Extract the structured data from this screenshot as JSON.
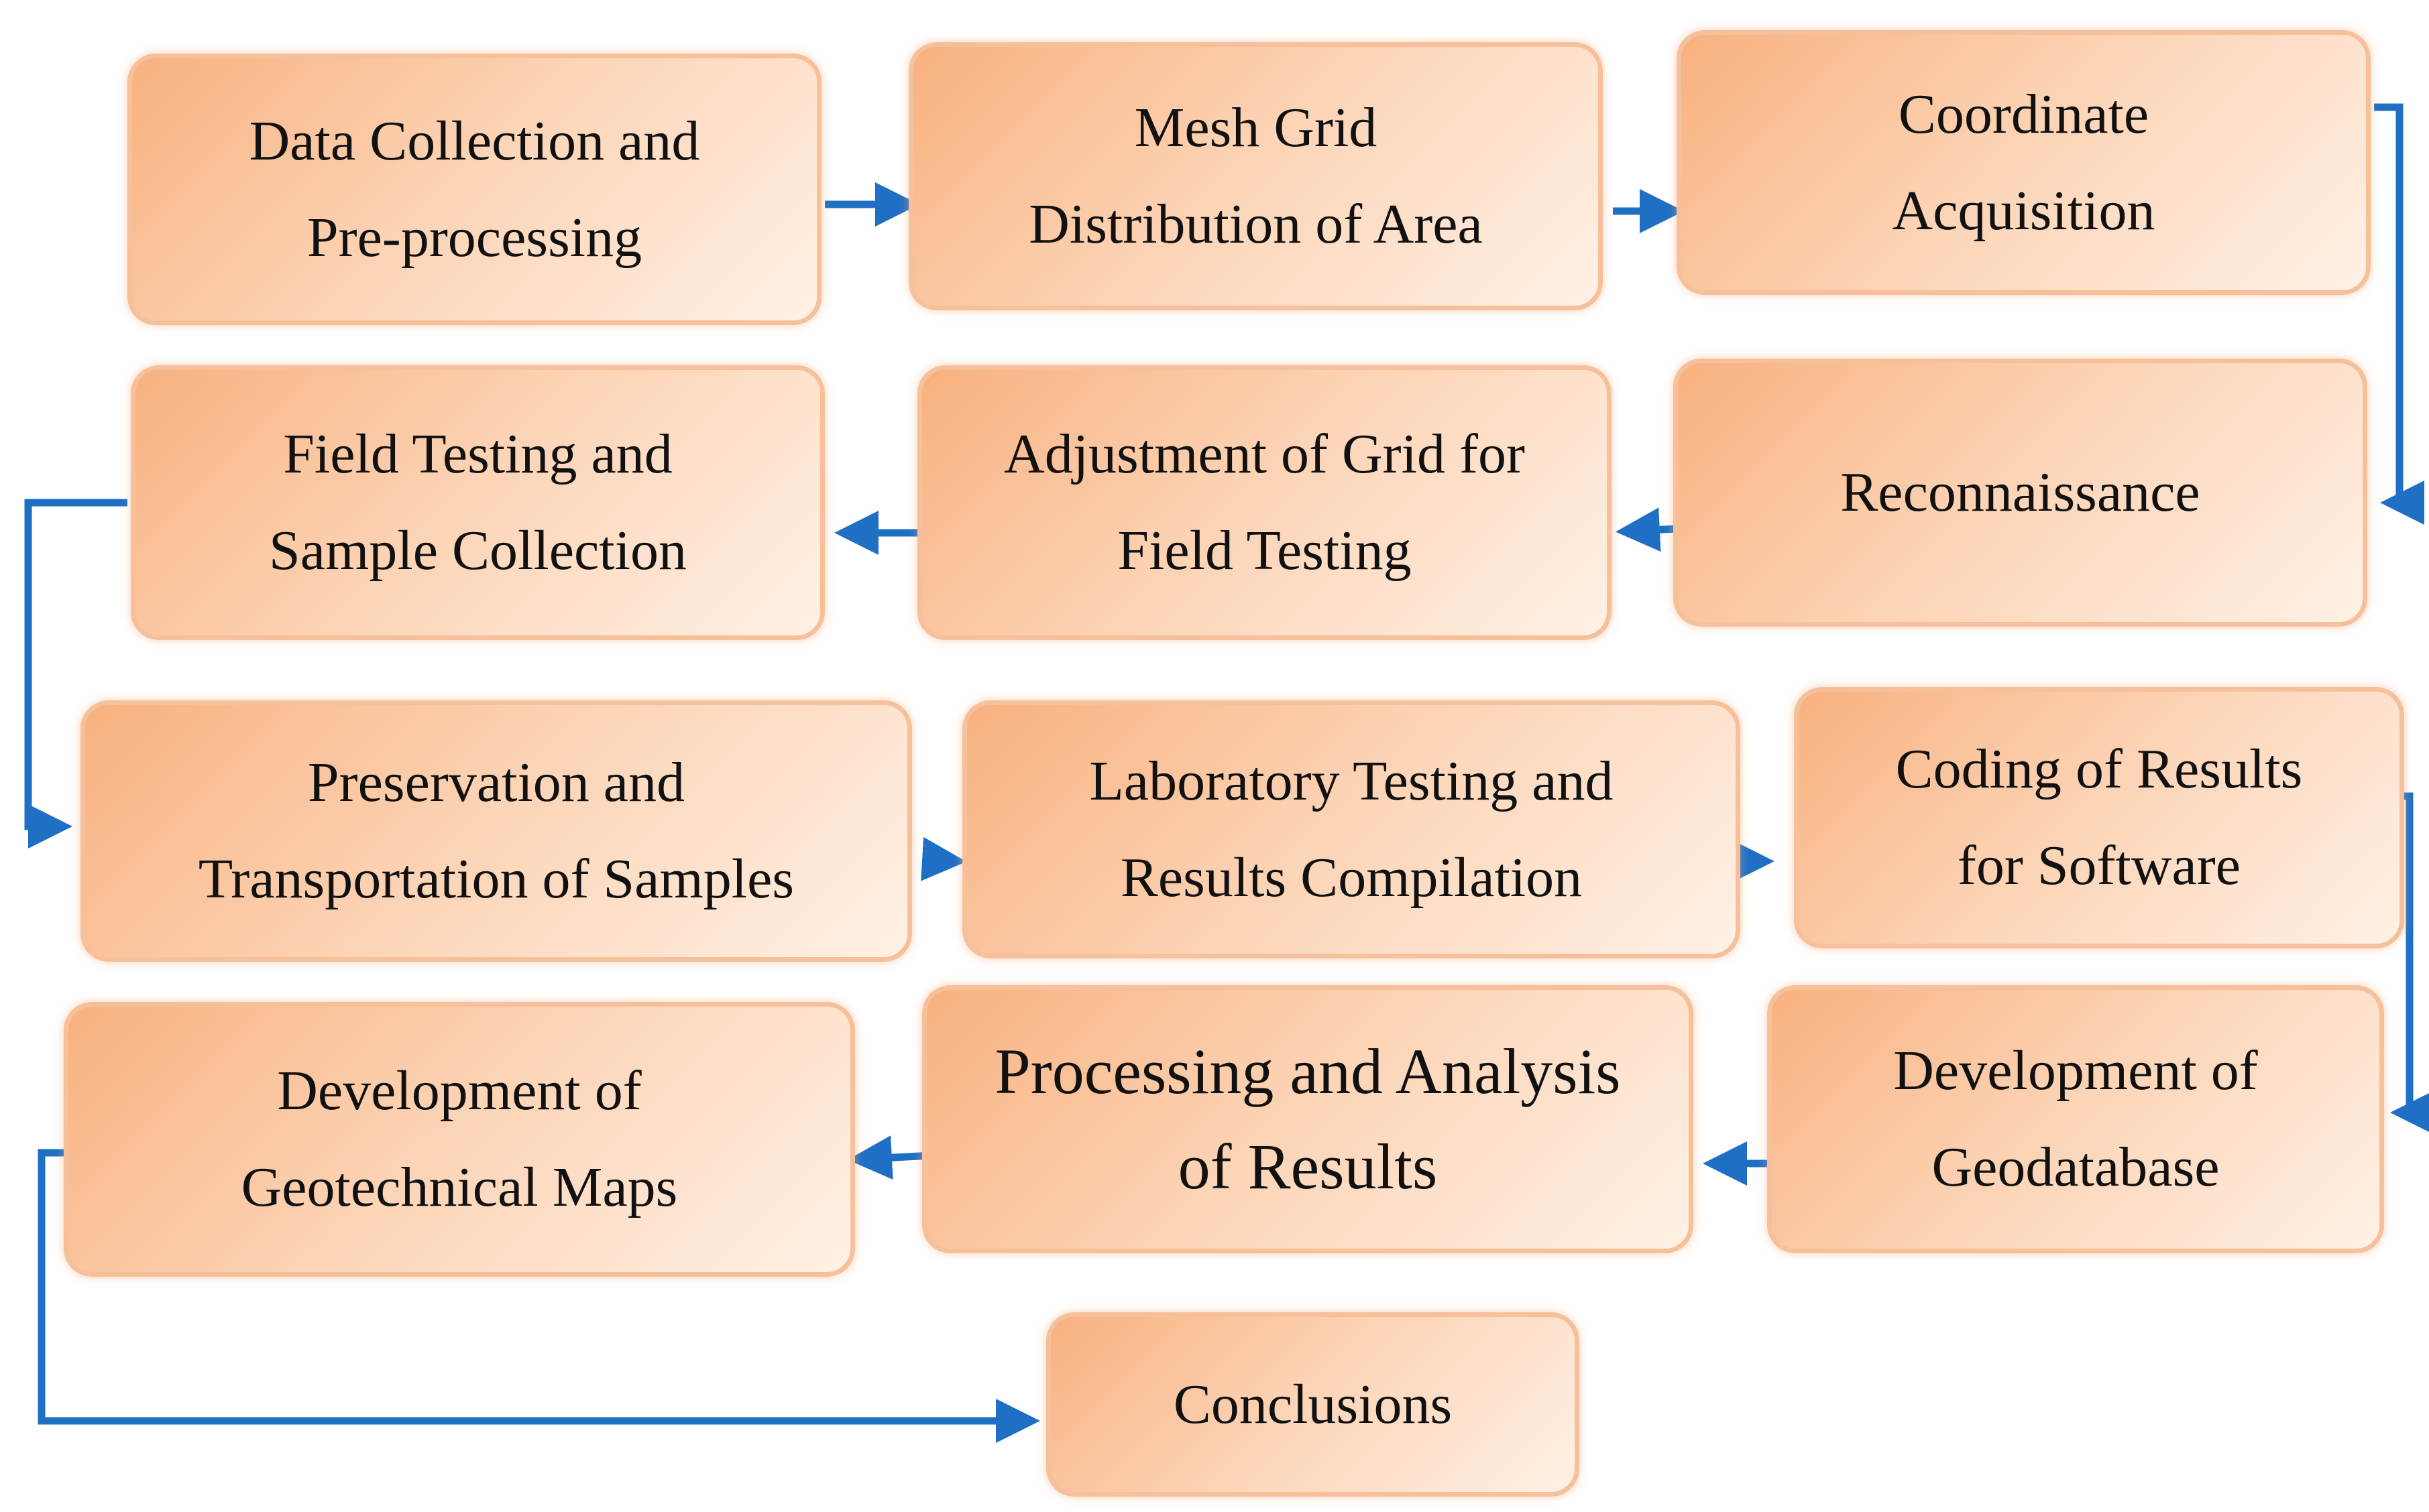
{
  "steps": {
    "data_collection": {
      "line1": "Data Collection and",
      "line2": "Pre-processing"
    },
    "mesh_grid": {
      "line1": "Mesh Grid",
      "line2": "Distribution of Area"
    },
    "coordinate": {
      "line1": "Coordinate",
      "line2": "Acquisition"
    },
    "reconnaissance": {
      "line1": "Reconnaissance"
    },
    "adjustment": {
      "line1": "Adjustment of Grid for",
      "line2": "Field Testing"
    },
    "field_testing": {
      "line1": "Field Testing and",
      "line2": "Sample Collection"
    },
    "preservation": {
      "line1": "Preservation and",
      "line2": "Transportation of Samples"
    },
    "laboratory": {
      "line1": "Laboratory Testing and",
      "line2": "Results Compilation"
    },
    "coding": {
      "line1": "Coding of Results",
      "line2": "for Software"
    },
    "geodatabase": {
      "line1": "Development of",
      "line2": "Geodatabase"
    },
    "processing": {
      "line1": "Processing and Analysis",
      "line2": "of Results"
    },
    "maps": {
      "line1": "Development of",
      "line2": "Geotechnical Maps"
    },
    "conclusions": {
      "line1": "Conclusions"
    }
  },
  "colors": {
    "arrow": "#1f6fc5",
    "box_border": "#f6c09a",
    "box_fill_dark": "#f8b17f",
    "box_fill_light": "#fff1e6"
  }
}
